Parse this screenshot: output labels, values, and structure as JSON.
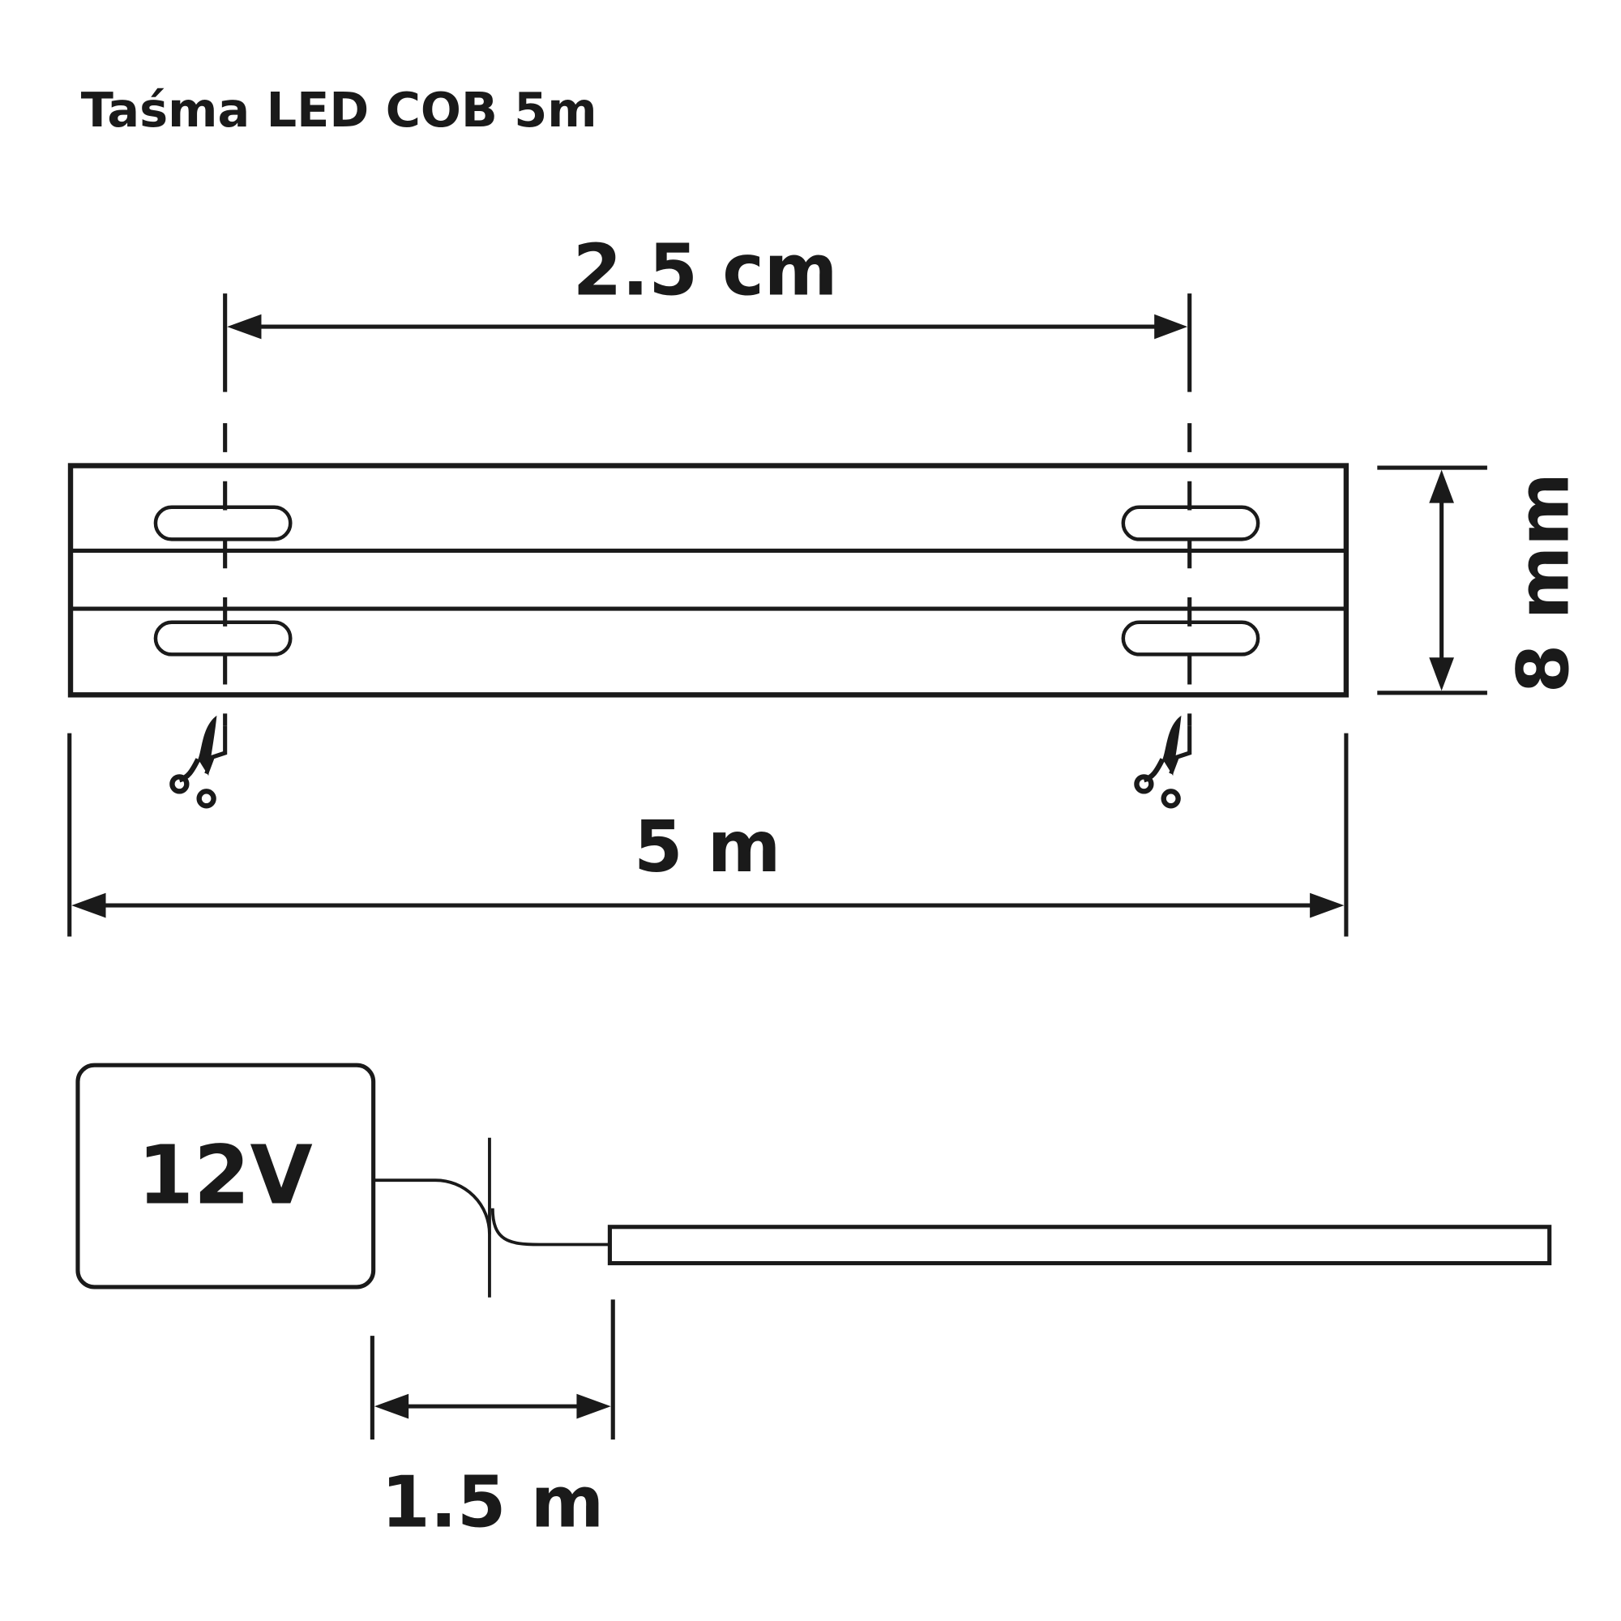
{
  "title": "Taśma LED COB 5m",
  "dimensions": {
    "cut_spacing": "2.5 cm",
    "total_length": "5 m",
    "width": "8 mm",
    "cable_length": "1.5 m"
  },
  "power_supply": {
    "label": "12V"
  },
  "icons": {
    "cut_mark": "scissors-icon"
  },
  "colors": {
    "line": "#1a1a1a",
    "background": "#ffffff"
  }
}
